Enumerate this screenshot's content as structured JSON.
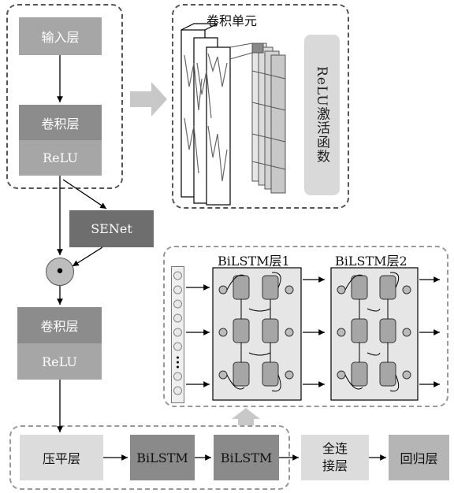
{
  "blocks": {
    "input": "输入层",
    "conv1": "卷积层",
    "relu1": "ReLU",
    "senet": "SENet",
    "conv2": "卷积层",
    "relu2": "ReLU",
    "flatten": "压平层",
    "bilstm1": "BiLSTM",
    "bilstm2": "BiLSTM",
    "fc": "全连\n接层",
    "regression": "回归层"
  },
  "conv_unit": {
    "title": "卷积单元",
    "activation": "ReLU激活函数"
  },
  "bilstm_detail": {
    "layer1": "BiLSTM层1",
    "layer2": "BiLSTM层2"
  },
  "symbols": {
    "multiply": "•",
    "ellipsis": "⋮"
  },
  "colors": {
    "light_fill": "#cfcfcf",
    "medium_fill": "#a6a6a6",
    "dark_fill": "#7f7f7f",
    "border": "#555555"
  }
}
